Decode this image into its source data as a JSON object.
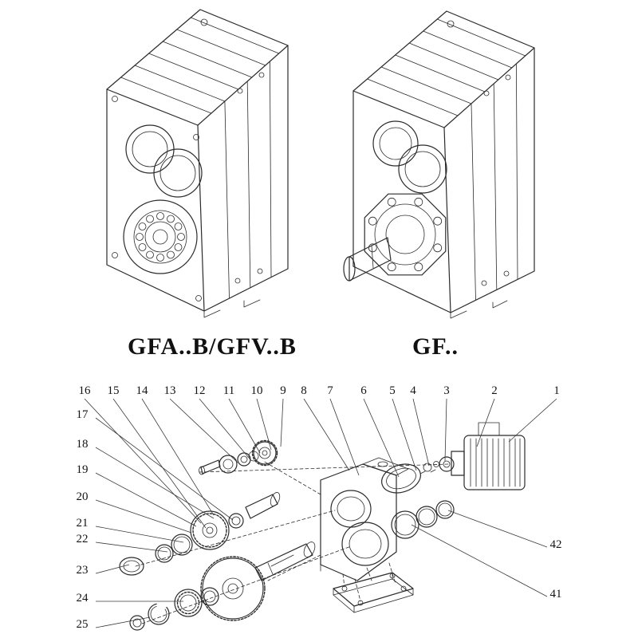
{
  "figures": {
    "left": {
      "caption": "GFA..B/GFV..B"
    },
    "right": {
      "caption": "GF.."
    }
  },
  "exploded_view": {
    "callouts_top": [
      "16",
      "15",
      "14",
      "13",
      "12",
      "11",
      "10",
      "9",
      "8",
      "7",
      "6",
      "5",
      "4",
      "3",
      "2",
      "1"
    ],
    "callouts_left": [
      "17",
      "18",
      "19",
      "20",
      "21",
      "22",
      "23",
      "24",
      "25"
    ],
    "callouts_right": [
      "42",
      "41"
    ]
  },
  "colors": {
    "line": "#2b2b2b",
    "background": "#ffffff"
  }
}
